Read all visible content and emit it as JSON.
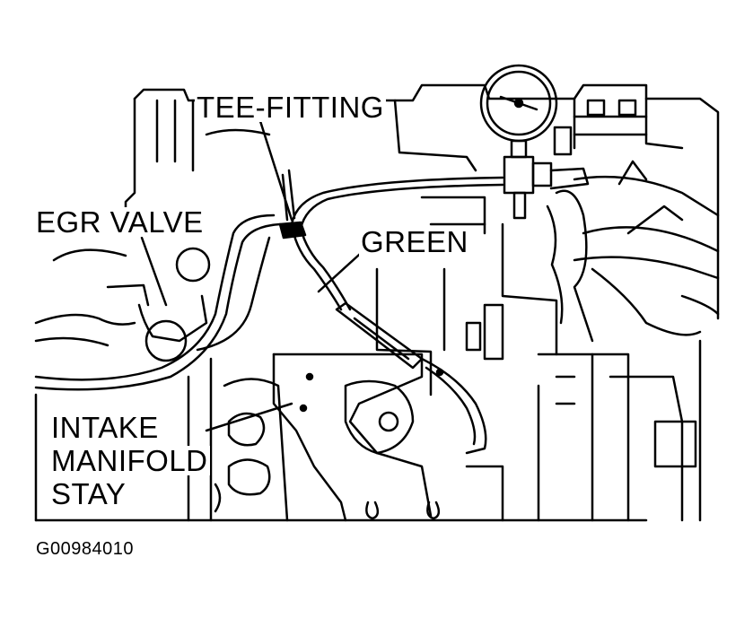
{
  "labels": {
    "tee_fitting": "TEE-FITTING",
    "egr_valve": "EGR VALVE",
    "green": "GREEN",
    "intake_line1": "INTAKE",
    "intake_line2": "MANIFOLD",
    "intake_line3": "STAY"
  },
  "figure_id": "G00984010",
  "colors": {
    "ink": "#000000",
    "paper": "#ffffff"
  }
}
